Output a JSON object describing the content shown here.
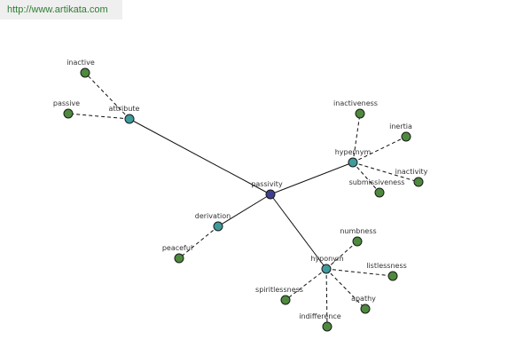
{
  "site_url": "http://www.artikata.com",
  "colors": {
    "center": "#3d3f8f",
    "relation": "#3f9b9b",
    "leaf": "#4e8a3e",
    "stroke": "#1a1a1a"
  },
  "graph": {
    "center": {
      "id": "passivity",
      "label": "passivity"
    },
    "relations": [
      {
        "id": "attribute",
        "label": "attribute",
        "leaves": [
          "inactive",
          "passive"
        ]
      },
      {
        "id": "hypernym",
        "label": "hypernym",
        "leaves": [
          "inactiveness",
          "inertia",
          "inactivity",
          "submissiveness"
        ]
      },
      {
        "id": "derivation",
        "label": "derivation",
        "leaves": [
          "peaceful"
        ]
      },
      {
        "id": "hyponym",
        "label": "hyponym",
        "leaves": [
          "numbness",
          "listlessness",
          "apathy",
          "indifference",
          "spiritlessness"
        ]
      }
    ]
  }
}
